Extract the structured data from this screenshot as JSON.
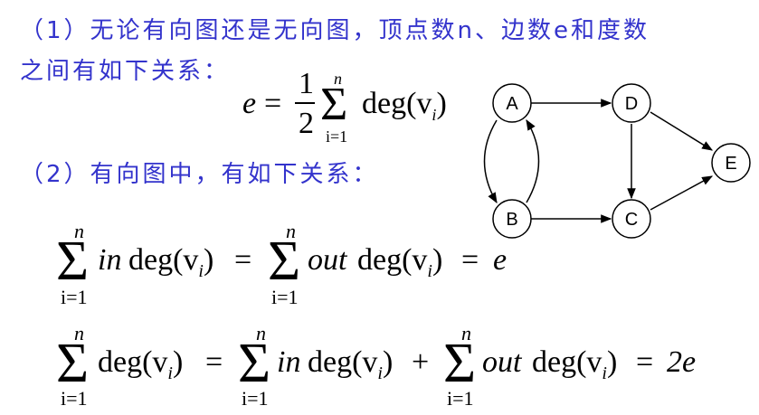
{
  "text": {
    "line1": "（1）无论有向图还是无向图，顶点数n、边数e和度数",
    "line2": "之间有如下关系：",
    "line3": "（2）有向图中，有如下关系："
  },
  "formula1": {
    "lhs": "e",
    "eq": "=",
    "frac_num": "1",
    "frac_den": "2",
    "sum_top": "n",
    "sum_bottom": "i=1",
    "term": "deg(v",
    "sub": "i",
    "close": ")"
  },
  "formula2": {
    "sum_top": "n",
    "sum_bottom": "i=1",
    "in_word": "in",
    "out_word": "out",
    "deg": "deg(v",
    "sub": "i",
    "close": ")",
    "eq": "=",
    "rhs": "e"
  },
  "formula3": {
    "sum_top": "n",
    "sum_bottom": "i=1",
    "deg": "deg(v",
    "sub": "i",
    "close": ")",
    "eq": "=",
    "in_word": "in",
    "plus": "+",
    "out_word": "out",
    "rhs": "2e"
  },
  "graph": {
    "nodes": [
      "A",
      "B",
      "C",
      "D",
      "E"
    ]
  }
}
